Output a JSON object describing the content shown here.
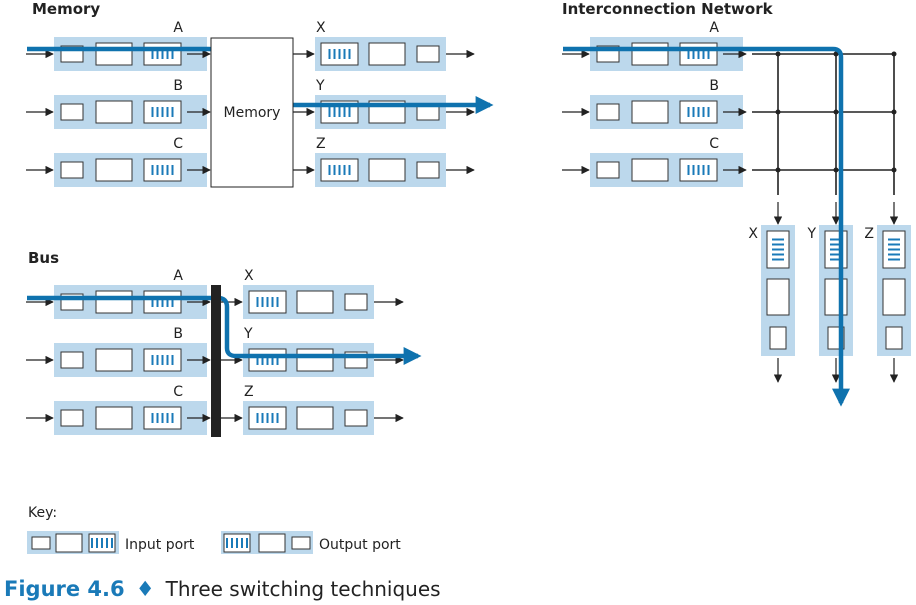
{
  "colors": {
    "port_bg": "#bcd8ec",
    "path": "#0f72ae",
    "queue_mark": "#1a7ab8",
    "line": "#222222",
    "caption_accent": "#1a7ab8"
  },
  "panels": {
    "memory": {
      "title": "Memory",
      "fabric_label": "Memory",
      "inputs": [
        "A",
        "B",
        "C"
      ],
      "outputs": [
        "X",
        "Y",
        "Z"
      ],
      "highlighted_path": {
        "from": "A",
        "to": "Y"
      }
    },
    "interconnection": {
      "title": "Interconnection Network",
      "inputs": [
        "A",
        "B",
        "C"
      ],
      "outputs": [
        "X",
        "Y",
        "Z"
      ],
      "highlighted_path": {
        "from": "A",
        "to": "Y"
      }
    },
    "bus": {
      "title": "Bus",
      "inputs": [
        "A",
        "B",
        "C"
      ],
      "outputs": [
        "X",
        "Y",
        "Z"
      ],
      "highlighted_path": {
        "from": "A",
        "to": "Y"
      }
    }
  },
  "key": {
    "title": "Key:",
    "input_port_label": "Input port",
    "output_port_label": "Output port"
  },
  "caption": {
    "figure": "Figure 4.6",
    "separator": "♦",
    "text": "Three switching techniques"
  }
}
